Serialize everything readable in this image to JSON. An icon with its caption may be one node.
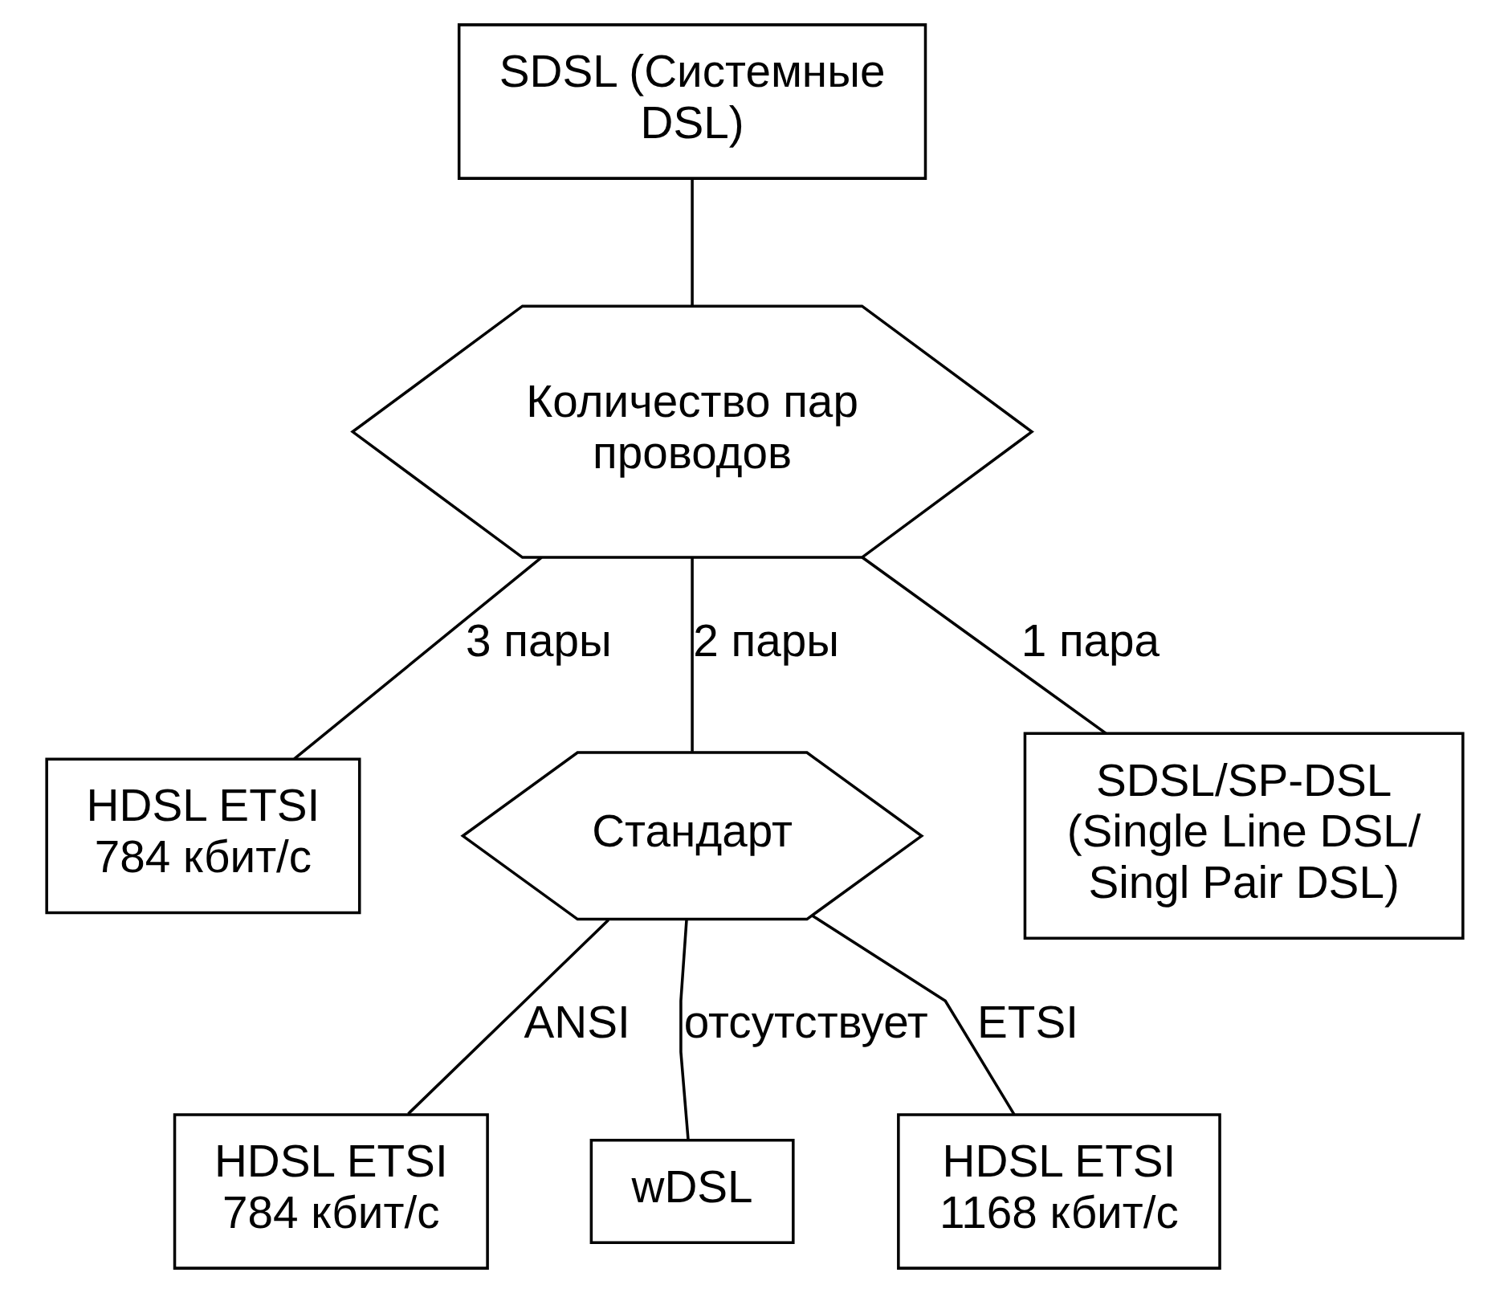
{
  "diagram": {
    "nodes": [
      {
        "text": [
          "SDSL (Системные DSL)"
        ]
      },
      {
        "text": [
          "Количество пар проводов"
        ]
      },
      {
        "text": [
          "HDSL ETSI 784 кбит/с"
        ]
      },
      {
        "text": [
          "Стандарт"
        ]
      },
      {
        "text": [
          "SDSL/SP-DSL (Single Line DSL/ Singl Pair DSL)"
        ]
      },
      {
        "text": [
          "HDSL ETSI 784 кбит/с"
        ]
      },
      {
        "text": [
          "wDSL"
        ]
      },
      {
        "text": [
          "HDSL ETSI 1168 кбит/с"
        ]
      }
    ],
    "edges": [
      {
        "from": 0,
        "to": 1,
        "arrow": "none"
      },
      {
        "from": 1,
        "to": 2,
        "arrow": "none",
        "label": "3 пары"
      },
      {
        "from": 1,
        "to": 3,
        "arrow": "none",
        "label": "2 пары"
      },
      {
        "from": 1,
        "to": 4,
        "arrow": "none",
        "label": "1 пара"
      },
      {
        "from": 3,
        "to": 5,
        "arrow": "none",
        "label": "ANSI"
      },
      {
        "from": 3,
        "to": 6,
        "arrow": "none",
        "label": "отсутствует"
      },
      {
        "from": 3,
        "to": 7,
        "arrow": "none",
        "label": "ETSI"
      }
    ]
  }
}
